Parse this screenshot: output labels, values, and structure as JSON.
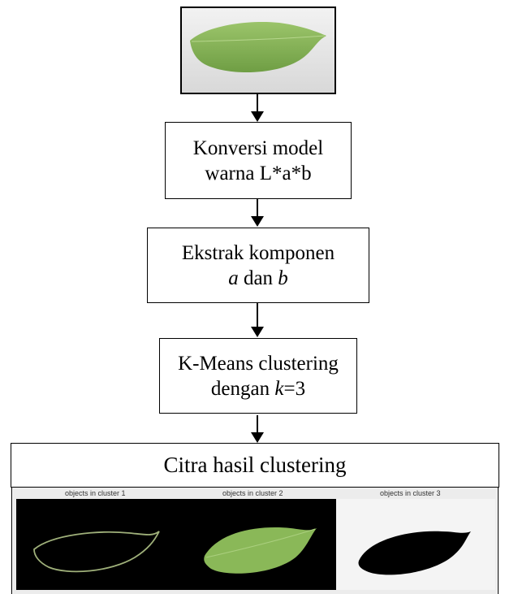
{
  "input_image": {
    "icon": "leaf-photo-icon"
  },
  "steps": [
    {
      "line1": "Konversi model",
      "line2": "warna L*a*b"
    },
    {
      "line1": "Ekstrak komponen",
      "line2_pre": "",
      "var_a": "a",
      "mid": " dan ",
      "var_b": "b"
    },
    {
      "line1": "K-Means clustering",
      "line2_pre": "dengan ",
      "var_k": "k",
      "line2_post": "=3"
    }
  ],
  "result": {
    "title": "Citra hasil clustering",
    "clusters": [
      {
        "label": "objects in cluster 1"
      },
      {
        "label": "objects in cluster 2"
      },
      {
        "label": "objects in cluster 3"
      }
    ]
  },
  "colors": {
    "leaf": "#8ab858",
    "black": "#000000",
    "background": "#ffffff"
  }
}
